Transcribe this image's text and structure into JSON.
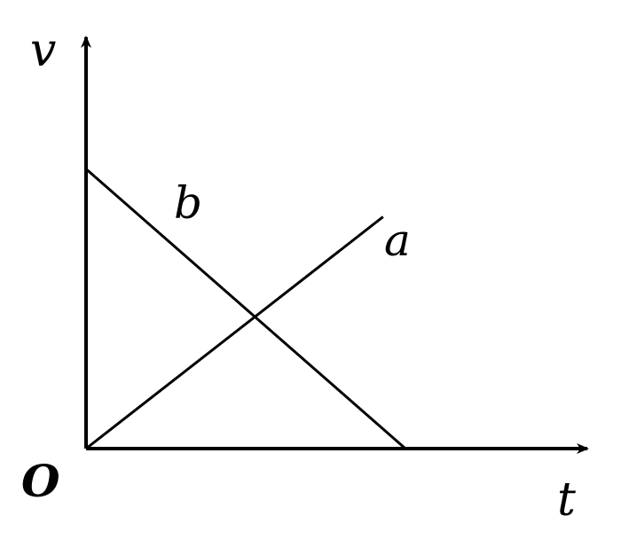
{
  "chart_data": {
    "type": "line",
    "xlabel": "t",
    "ylabel": "v",
    "origin_label": "O",
    "grid": false,
    "xlim": [
      0,
      10
    ],
    "ylim": [
      0,
      10
    ],
    "series": [
      {
        "name": "a",
        "points": [
          [
            0,
            0
          ],
          [
            9.3,
            6.3
          ]
        ]
      },
      {
        "name": "b",
        "points": [
          [
            0,
            7.6
          ],
          [
            10,
            0
          ]
        ]
      }
    ]
  },
  "colors": {
    "line": "#000000",
    "background": "#ffffff"
  }
}
